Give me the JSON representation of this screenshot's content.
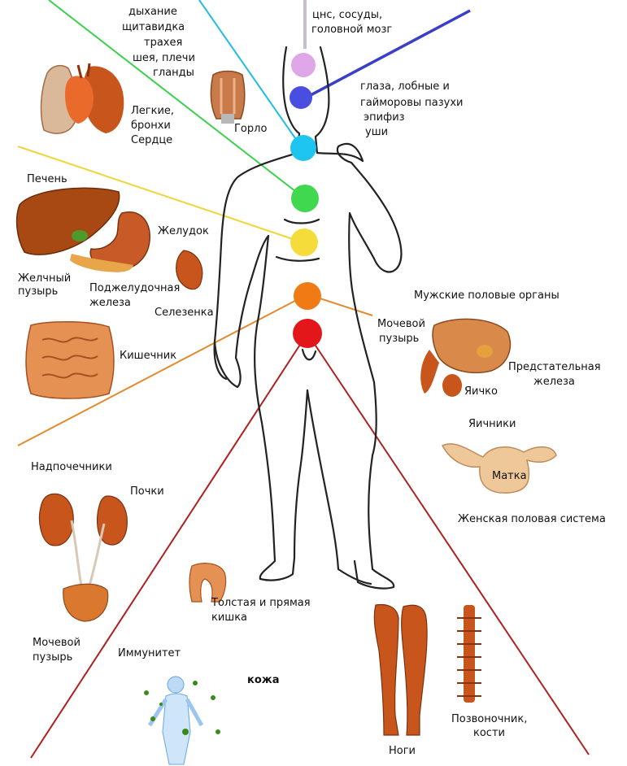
{
  "labels": {
    "breathing": "дыхание",
    "thyroid": "щитавидка",
    "trachea": "трахея",
    "neck_shoulders": "шея, плечи",
    "glands": "гланды",
    "cns": "цнс, сосуды,",
    "brain": "головной мозг",
    "eyes": "глаза, лобные и",
    "sinuses": "гайморовы пазухи",
    "epiphysis": "эпифиз",
    "ears": "уши",
    "lungs": "Легкие,",
    "bronchi": "бронхи",
    "heart": "Сердце",
    "throat": "Горло",
    "liver": "Печень",
    "stomach": "Желудок",
    "gallbladder_1": "Желчный",
    "gallbladder_2": "пузырь",
    "pancreas_1": "Поджелудочная",
    "pancreas_2": "железа",
    "spleen": "Селезенка",
    "intestine": "Кишечник",
    "male_organs": "Мужские половые органы",
    "bladder_m_1": "Мочевой",
    "bladder_m_2": "пузырь",
    "prostate_1": "Предстательная",
    "prostate_2": "железа",
    "testicle": "Яичко",
    "ovaries": "Яичники",
    "uterus": "Матка",
    "female_system": "Женская половая система",
    "adrenals": "Надпочечники",
    "kidneys": "Почки",
    "bladder_1": "Мочевой",
    "bladder_2": "пузырь",
    "colon_1": "Толстая и прямая",
    "colon_2": "кишка",
    "immunity": "Иммунитет",
    "skin": "кожа",
    "legs": "Ноги",
    "spine_1": "Позвоночник,",
    "spine_2": "кости"
  },
  "colors": {
    "crown": "#dfa6e8",
    "third_eye": "#4a4ee0",
    "throat": "#1ec5ee",
    "heart": "#3fd84f",
    "solar": "#f5dc3a",
    "sacral": "#f07a14",
    "root": "#e3161b",
    "organ": "#c8551c",
    "organ_light": "#e69154"
  }
}
